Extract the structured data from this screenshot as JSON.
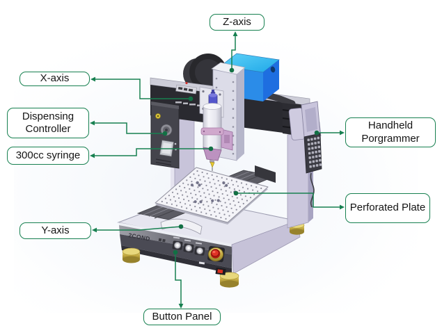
{
  "labels": {
    "z_axis": {
      "text": "Z-axis"
    },
    "x_axis": {
      "text": "X-axis"
    },
    "dispensing_controller": {
      "text": "Dispensing Controller"
    },
    "syringe_300cc": {
      "text": "300cc syringe"
    },
    "y_axis": {
      "text": "Y-axis"
    },
    "handheld_programmer": {
      "text": "Handheld Porgrammer"
    },
    "perforated_plate": {
      "text": "Perforated Plate"
    },
    "button_panel": {
      "text": "Button Panel"
    }
  },
  "machine": {
    "base_logo": "2COND"
  },
  "colors": {
    "label_border": "#178050",
    "leader_line": "#178050",
    "label_text": "#141414",
    "motor_blue": "#1e78e4",
    "motor_blue_top": "#45c4f2",
    "estop_red": "#d81f14",
    "estop_ring_gold": "#d4ba4c",
    "feet_gold": "#c2a93e",
    "base_lavender": "#c6c2d8",
    "panel_dark": "#55555e",
    "plate_white": "#f4f4f8",
    "syringe_clamp_pink": "#c49ec8"
  }
}
